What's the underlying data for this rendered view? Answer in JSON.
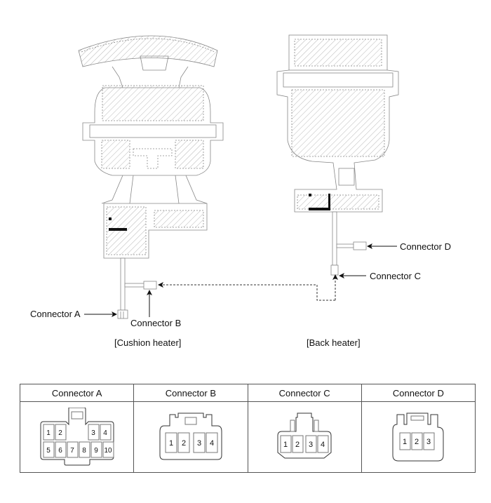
{
  "diagram": {
    "cushion_heater": {
      "caption": "[Cushion heater]",
      "connectors": [
        {
          "id": "A",
          "label": "Connector A"
        },
        {
          "id": "B",
          "label": "Connector B"
        }
      ]
    },
    "back_heater": {
      "caption": "[Back heater]",
      "connectors": [
        {
          "id": "C",
          "label": "Connector C"
        },
        {
          "id": "D",
          "label": "Connector D"
        }
      ]
    }
  },
  "connector_table": {
    "headers": [
      "Connector A",
      "Connector B",
      "Connector C",
      "Connector D"
    ],
    "connectors": [
      {
        "name": "Connector A",
        "pins": [
          "1",
          "2",
          "3",
          "4",
          "5",
          "6",
          "7",
          "8",
          "9",
          "10"
        ]
      },
      {
        "name": "Connector B",
        "pins": [
          "1",
          "2",
          "3",
          "4"
        ]
      },
      {
        "name": "Connector C",
        "pins": [
          "1",
          "2",
          "3",
          "4"
        ]
      },
      {
        "name": "Connector D",
        "pins": [
          "1",
          "2",
          "3"
        ]
      }
    ]
  }
}
